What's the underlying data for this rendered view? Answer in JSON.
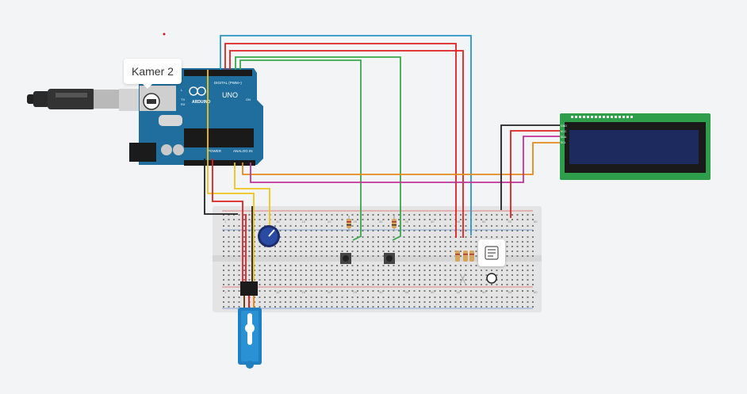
{
  "canvas": {
    "tooltip_label": "Kamer 2"
  },
  "arduino": {
    "brand_label": "ARDUINO",
    "model_label": "UNO",
    "digital_header_label": "DIGITAL (PWM~)",
    "power_label": "POWER",
    "analog_label": "ANALOG IN",
    "tx_label": "TX",
    "rx_label": "RX",
    "l_label": "L",
    "on_label": "ON"
  },
  "breadboard": {
    "column_numbers": [
      "1",
      "5",
      "10",
      "15",
      "20",
      "25",
      "30",
      "35",
      "40",
      "45",
      "50",
      "55",
      "60"
    ]
  },
  "lcd": {
    "pin_labels": [
      "GND",
      "VCC",
      "SDA",
      "SCL"
    ]
  },
  "colors": {
    "canvas_bg": "#f3f4f6",
    "arduino_board": "#1f6e9e",
    "breadboard": "#e4e4e4",
    "lcd_board": "#2f9e4a",
    "lcd_screen": "#1d2a5e",
    "servo_body": "#1f7fc2",
    "wire_red": "#e02020",
    "wire_black": "#222222",
    "wire_yellow": "#f0c419",
    "wire_green": "#3aa84a",
    "wire_blue": "#2a97c9",
    "wire_orange": "#e58a1b",
    "wire_magenta": "#c2349b"
  },
  "icons": {
    "note": "note-lines-icon",
    "usb": "usb-cable-icon"
  }
}
